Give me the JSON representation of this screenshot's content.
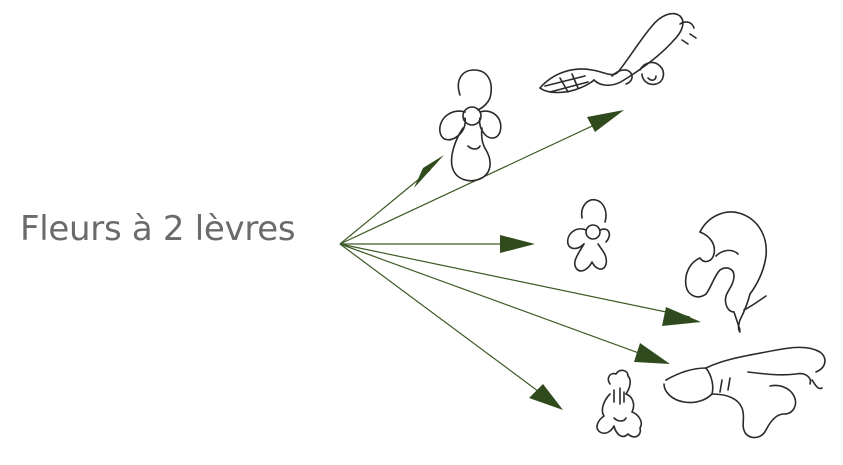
{
  "diagram": {
    "label": "Fleurs à 2 lèvres",
    "arrow_color": "#2f4a1c",
    "line_color": "#3d5a26",
    "drawings": [
      "flower-sketch-front-view",
      "flower-sketch-side-view-long",
      "flower-sketch-small-front",
      "flower-sketch-hooded",
      "flower-sketch-side-view-wide",
      "flower-sketch-small-upright"
    ]
  }
}
